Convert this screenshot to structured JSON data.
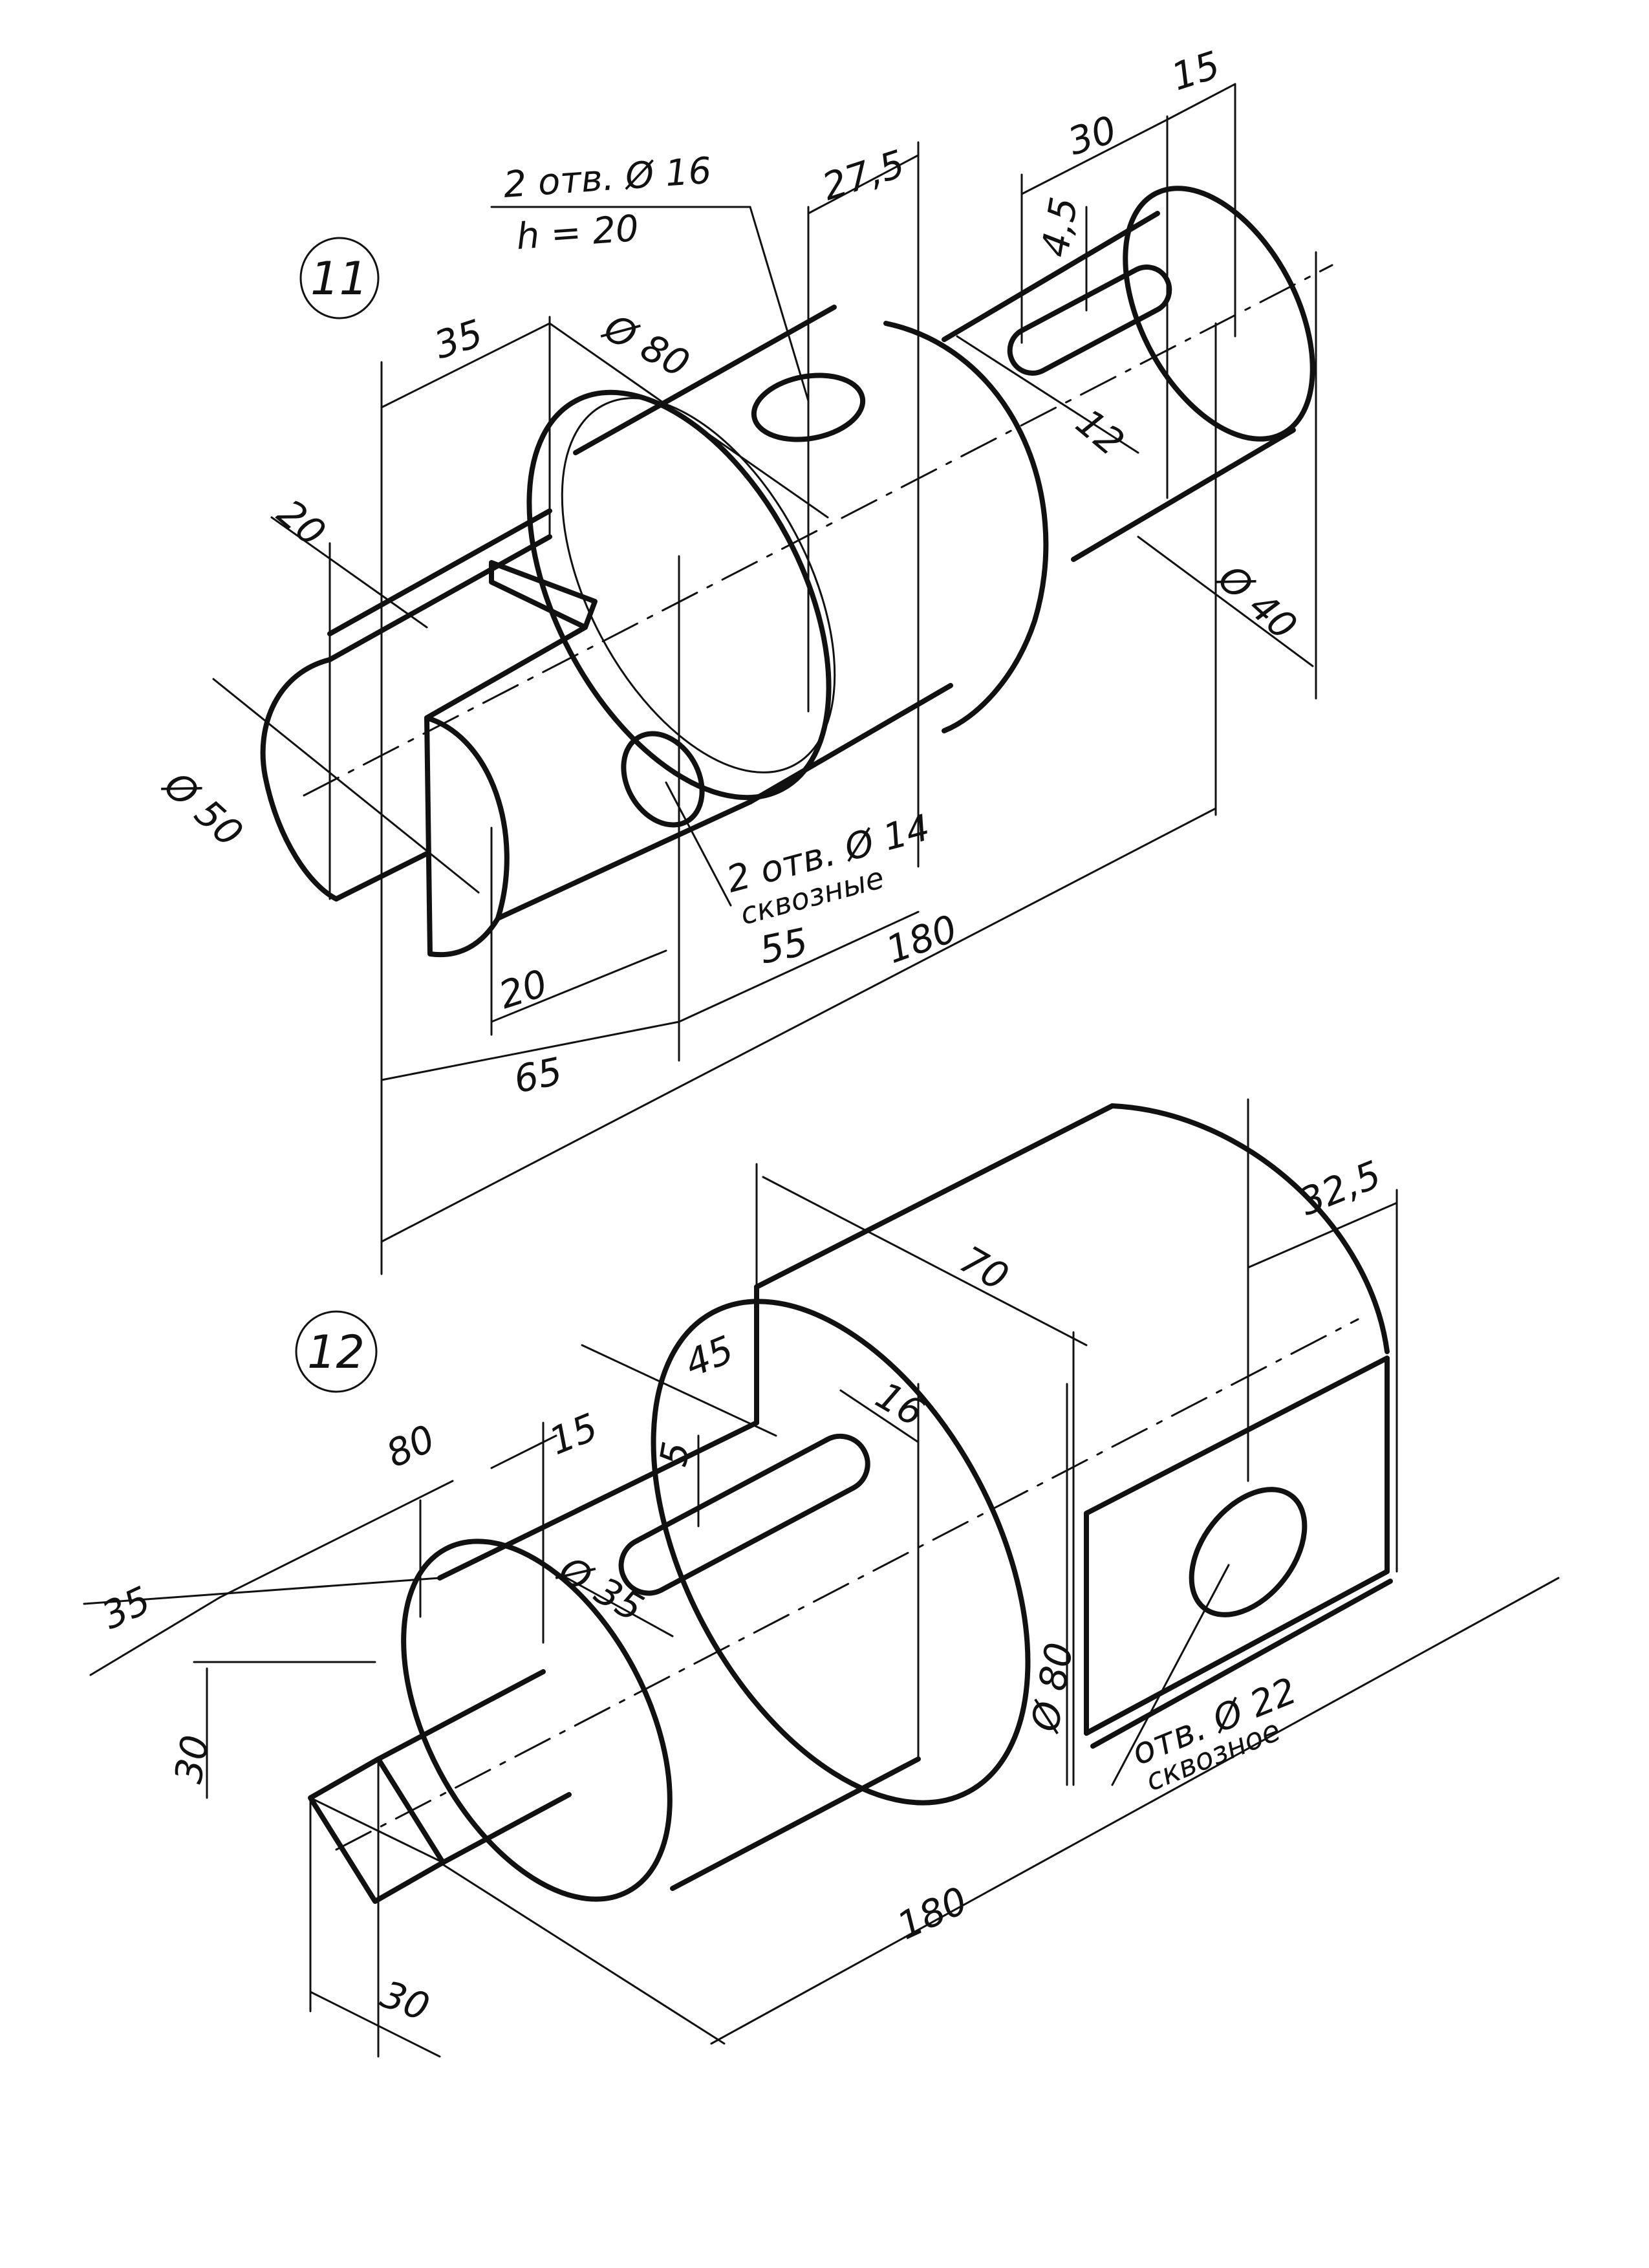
{
  "parts": [
    {
      "number": "11",
      "dimensions": {
        "d_35": "35",
        "d_phi80": "Ø 80",
        "d_27_5": "27,5",
        "d_30": "30",
        "d_15": "15",
        "d_4_5": "4,5",
        "d_12": "12",
        "d_phi40": "Ø 40",
        "d_20_top": "20",
        "d_phi50": "Ø 50",
        "d_20_bottom": "20",
        "d_65": "65",
        "d_55": "55",
        "d_180": "180"
      },
      "notes": {
        "holes_top_line1": "2 отв. Ø 16",
        "holes_top_line2": "h = 20",
        "holes_side_line1": "2 отв. Ø 14",
        "holes_side_line2": "сквозные"
      }
    },
    {
      "number": "12",
      "dimensions": {
        "d_70": "70",
        "d_32_5": "32,5",
        "d_45": "45",
        "d_16": "16",
        "d_80": "80",
        "d_15": "15",
        "d_5": "5",
        "d_35": "35",
        "d_phi35": "Ø 35",
        "d_30_vert": "30",
        "d_30_bottom": "30",
        "d_phi80": "Ø 80",
        "d_180": "180"
      },
      "notes": {
        "hole_line1": "отв. Ø 22",
        "hole_line2": "сквозное"
      }
    }
  ]
}
